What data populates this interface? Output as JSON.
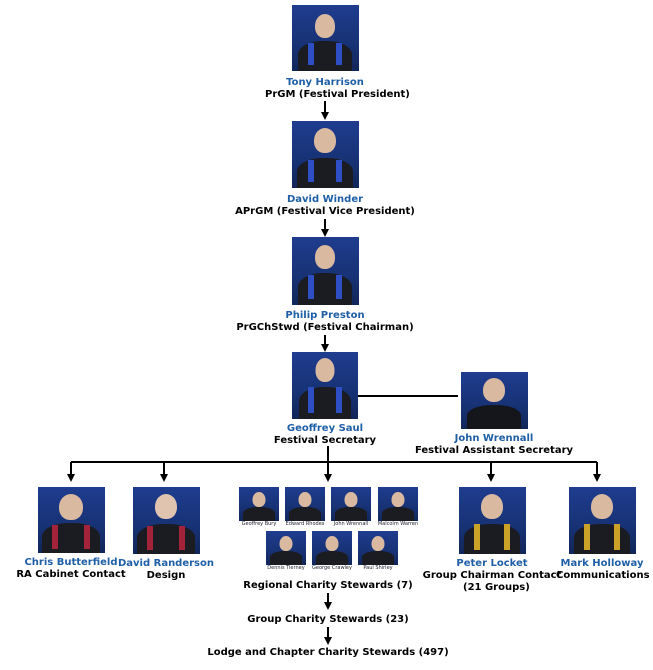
{
  "officers": [
    {
      "name": "Tony Harrison",
      "role": "PrGM (Festival President)"
    },
    {
      "name": "David Winder",
      "role": "APrGM (Festival Vice President)"
    },
    {
      "name": "Philip Preston",
      "role": "PrGChStwd (Festival Chairman)"
    },
    {
      "name": "Geoffrey Saul",
      "role": "Festival Secretary"
    },
    {
      "name": "John Wrennall",
      "role": "Festival Assistant Secretary"
    }
  ],
  "team": [
    {
      "name": "Chris Butterfield",
      "role": "RA Cabinet Contact"
    },
    {
      "name": "David Randerson",
      "role": "Design"
    },
    {
      "name": "Peter Locket",
      "role": "Group Chairman Contact",
      "role2": "(21 Groups)"
    },
    {
      "name": "Mark Holloway",
      "role": "Communications"
    }
  ],
  "regional": {
    "members": [
      "Geoffrey Bury",
      "Edward Rhodes",
      "John Wrennall",
      "Malcolm Warren",
      "Dennis Tierney",
      "George Crawley",
      "Paul Shirley"
    ],
    "label": "Regional Charity Stewards (7)"
  },
  "group_stewards": "Group Charity Stewards  (23)",
  "lodge_stewards": "Lodge and Chapter Charity Stewards (497)",
  "colors": {
    "name": "#1f5fa6",
    "photo_bg": "#1f3c8f",
    "line": "#000000"
  }
}
